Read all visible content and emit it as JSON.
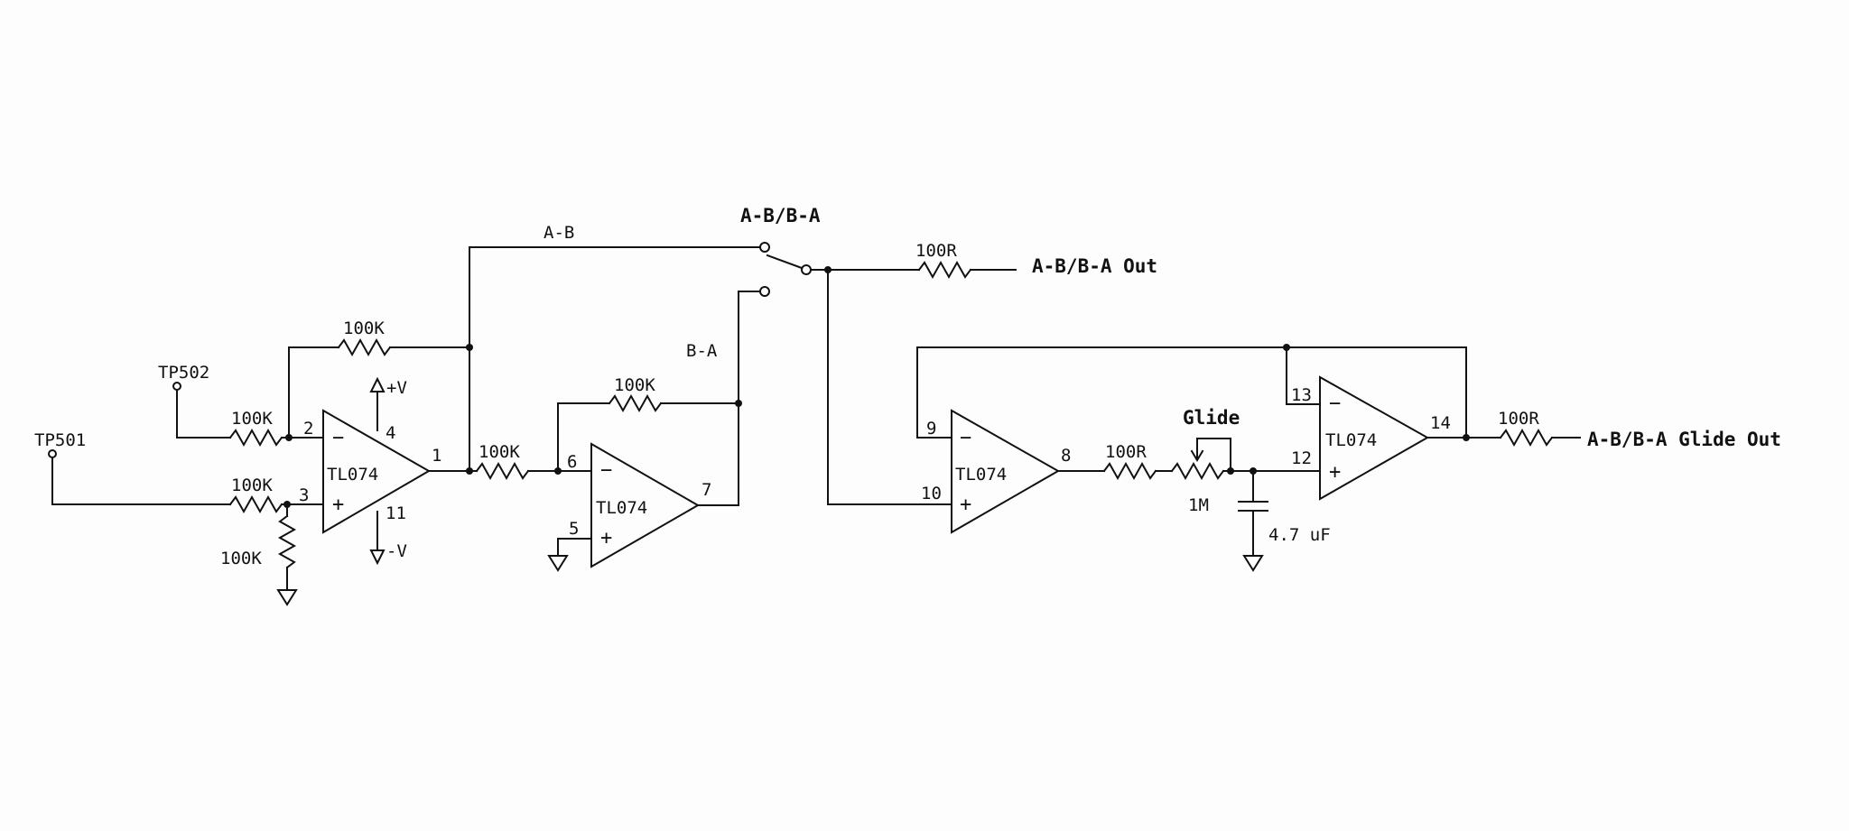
{
  "labels": {
    "tp501": "TP501",
    "tp502": "TP502",
    "r_in_a": "100K",
    "r_in_b": "100K",
    "r_ground": "100K",
    "r_feedback1": "100K",
    "r_inv_in": "100K",
    "r_feedback2": "100K",
    "supply_pos": "+V",
    "supply_neg": "-V",
    "net_amb": "A-B",
    "net_bma": "B-A",
    "switch_name": "A-B/B-A",
    "r_out1": "100R",
    "out1": "A-B/B-A Out",
    "r_glide_in": "100R",
    "pot_name": "Glide",
    "pot_value": "1M",
    "cap_value": "4.7 uF",
    "r_out2": "100R",
    "out2": "A-B/B-A Glide Out"
  },
  "opamps": {
    "u1": {
      "part": "TL074",
      "pin_inv": "2",
      "pin_noninv": "3",
      "pin_out": "1",
      "pin_vpos": "4",
      "pin_vneg": "11",
      "sign_inv": "−",
      "sign_noninv": "+"
    },
    "u2": {
      "part": "TL074",
      "pin_inv": "6",
      "pin_noninv": "5",
      "pin_out": "7",
      "sign_inv": "−",
      "sign_noninv": "+"
    },
    "u3": {
      "part": "TL074",
      "pin_inv": "9",
      "pin_noninv": "10",
      "pin_out": "8",
      "sign_inv": "−",
      "sign_noninv": "+"
    },
    "u4": {
      "part": "TL074",
      "pin_inv": "13",
      "pin_noninv": "12",
      "pin_out": "14",
      "sign_inv": "−",
      "sign_noninv": "+"
    }
  }
}
